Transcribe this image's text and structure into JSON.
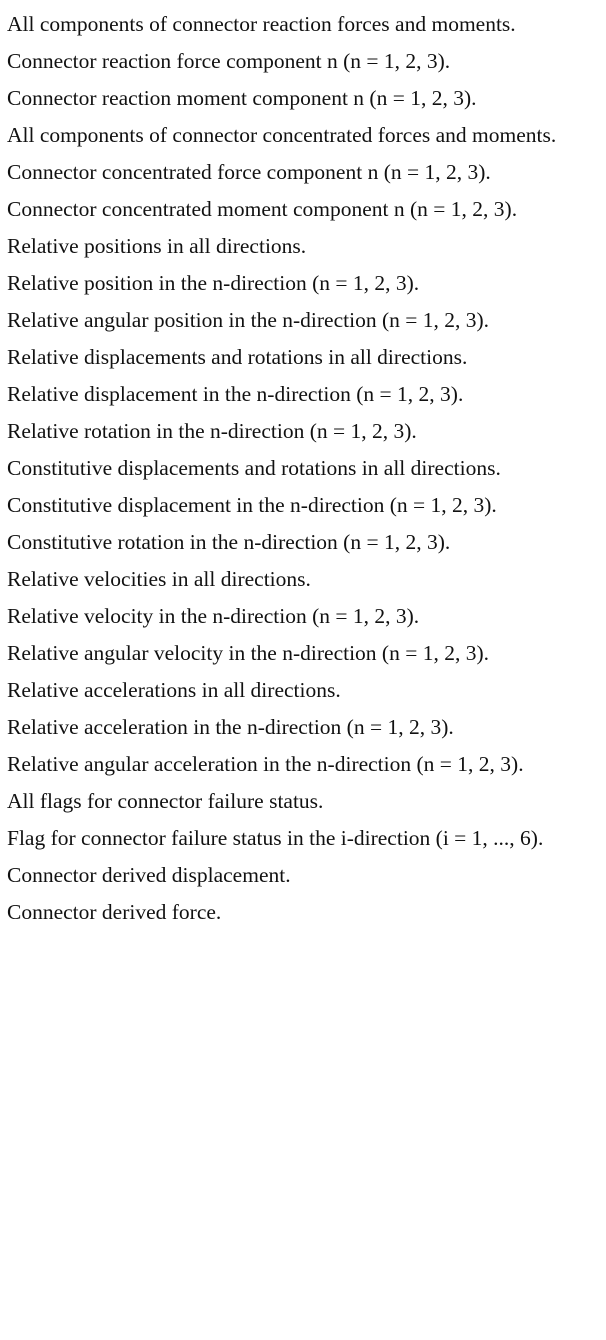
{
  "descriptions": [
    "All components of connector reaction forces and moments.",
    "Connector reaction force component n (n = 1, 2, 3).",
    "Connector reaction moment component n (n = 1, 2, 3).",
    "All components of connector concentrated forces and moments.",
    "Connector concentrated force component n (n = 1, 2, 3).",
    "Connector concentrated moment component n (n = 1, 2, 3).",
    "Relative positions in all directions.",
    "Relative position in the n-direction (n = 1, 2, 3).",
    "Relative angular position in the n-direction (n = 1, 2, 3).",
    "Relative displacements and rotations in all directions.",
    "Relative displacement in the n-direction (n = 1, 2, 3).",
    "Relative rotation in the n-direction (n = 1, 2, 3).",
    "Constitutive displacements and rotations in all directions.",
    "Constitutive displacement in the n-direction (n = 1, 2, 3).",
    "Constitutive rotation in the n-direction (n = 1, 2, 3).",
    "Relative velocities in all directions.",
    "Relative velocity in the n-direction (n = 1, 2, 3).",
    "Relative angular velocity in the n-direction (n = 1, 2, 3).",
    "Relative accelerations in all directions.",
    "Relative acceleration in the n-direction (n = 1, 2, 3).",
    "Relative angular acceleration in the n-direction (n = 1, 2, 3).",
    "All flags for connector failure status.",
    "Flag for connector failure status in the i-direction (i = 1, ..., 6).",
    "Connector derived displacement.",
    "Connector derived force."
  ]
}
